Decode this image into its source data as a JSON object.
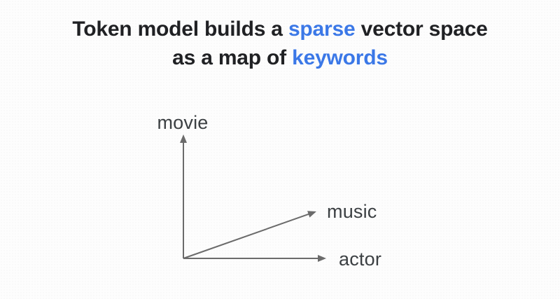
{
  "title": {
    "lines": [
      {
        "segments": [
          {
            "text": "Token model builds a ",
            "accent": false
          },
          {
            "text": "sparse",
            "accent": true
          },
          {
            "text": " vector space",
            "accent": false
          }
        ]
      },
      {
        "segments": [
          {
            "text": "as a map of ",
            "accent": false
          },
          {
            "text": "keywords",
            "accent": true
          }
        ]
      }
    ]
  },
  "diagram": {
    "description": "sparse vector space sketch with three keyword axes",
    "axes": [
      {
        "label": "movie",
        "direction": "up"
      },
      {
        "label": "music",
        "direction": "up-right-diagonal"
      },
      {
        "label": "actor",
        "direction": "right"
      }
    ]
  },
  "colors": {
    "background": "#fdfdfd",
    "title_text": "#202124",
    "accent": "#3b78e7",
    "axis_label": "#3c4043",
    "arrow": "#6b6b6b"
  }
}
